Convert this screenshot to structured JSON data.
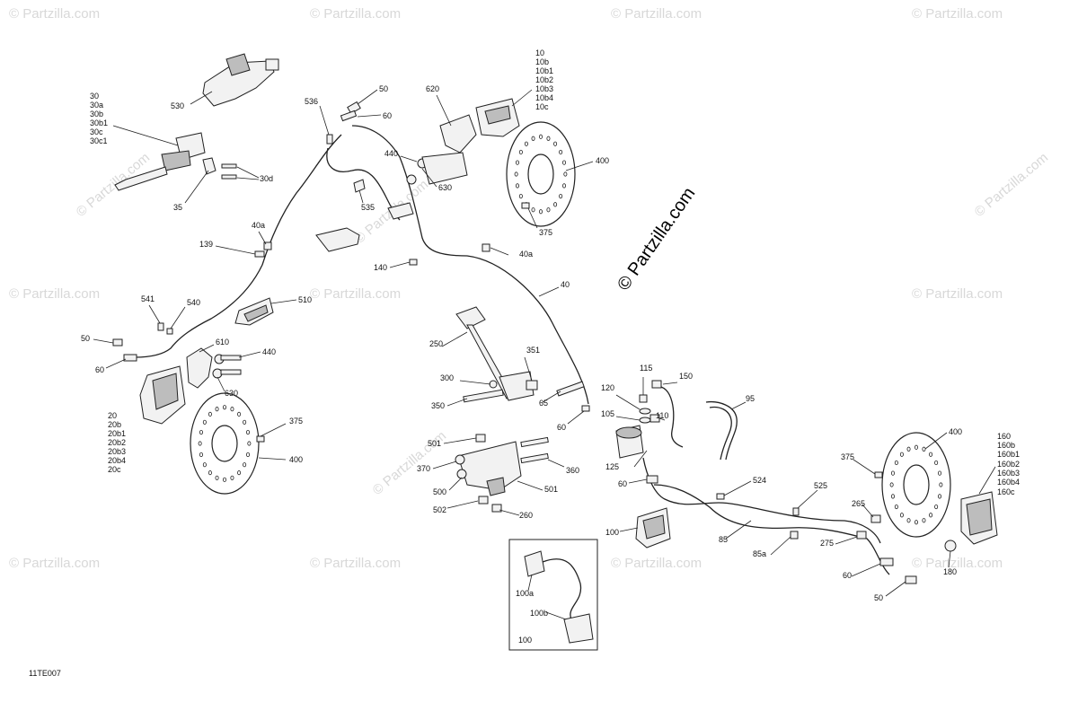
{
  "watermark_text": "© Partzilla.com",
  "copyright_text": "© Partzilla.com",
  "diagram_code": "11TE007",
  "callouts": {
    "c530": "530",
    "c30": [
      "30",
      "30a",
      "30b",
      "30b1",
      "30c",
      "30c1"
    ],
    "c30d": "30d",
    "c35": "35",
    "c536": "536",
    "c50_top": "50",
    "c60_top": "60",
    "c620": "620",
    "c10": [
      "10",
      "10b",
      "10b1",
      "10b2",
      "10b3",
      "10b4",
      "10c"
    ],
    "c440_top": "440",
    "c630_top": "630",
    "c400_top": "400",
    "c375_top": "375",
    "c535": "535",
    "c40a_left": "40a",
    "c139": "139",
    "c40a_mid": "40a",
    "c140": "140",
    "c40": "40",
    "c541": "541",
    "c540": "540",
    "c510": "510",
    "c50_left": "50",
    "c60_left": "60",
    "c610": "610",
    "c440_left": "440",
    "c630_left": "630",
    "c20": [
      "20",
      "20b",
      "20b1",
      "20b2",
      "20b3",
      "20b4",
      "20c"
    ],
    "c375_left": "375",
    "c400_left": "400",
    "c250": "250",
    "c351": "351",
    "c300": "300",
    "c350": "350",
    "c65": "65",
    "c60_mid": "60",
    "c115": "115",
    "c150": "150",
    "c120": "120",
    "c105": "105",
    "c110": "110",
    "c95": "95",
    "c501_top": "501",
    "c370": "370",
    "c500": "500",
    "c502": "502",
    "c260": "260",
    "c360": "360",
    "c501_bot": "501",
    "c125": "125",
    "c60_right": "60",
    "c524": "524",
    "c525": "525",
    "c100": "100",
    "c85": "85",
    "c85a": "85a",
    "c400_right": "400",
    "c375_right": "375",
    "c265": "265",
    "c275": "275",
    "c160": [
      "160",
      "160b",
      "160b1",
      "160b2",
      "160b3",
      "160b4",
      "160c"
    ],
    "c180": "180",
    "c60_br": "60",
    "c50_br": "50",
    "c100a": "100a",
    "c100b": "100b",
    "c100_inset": "100"
  }
}
